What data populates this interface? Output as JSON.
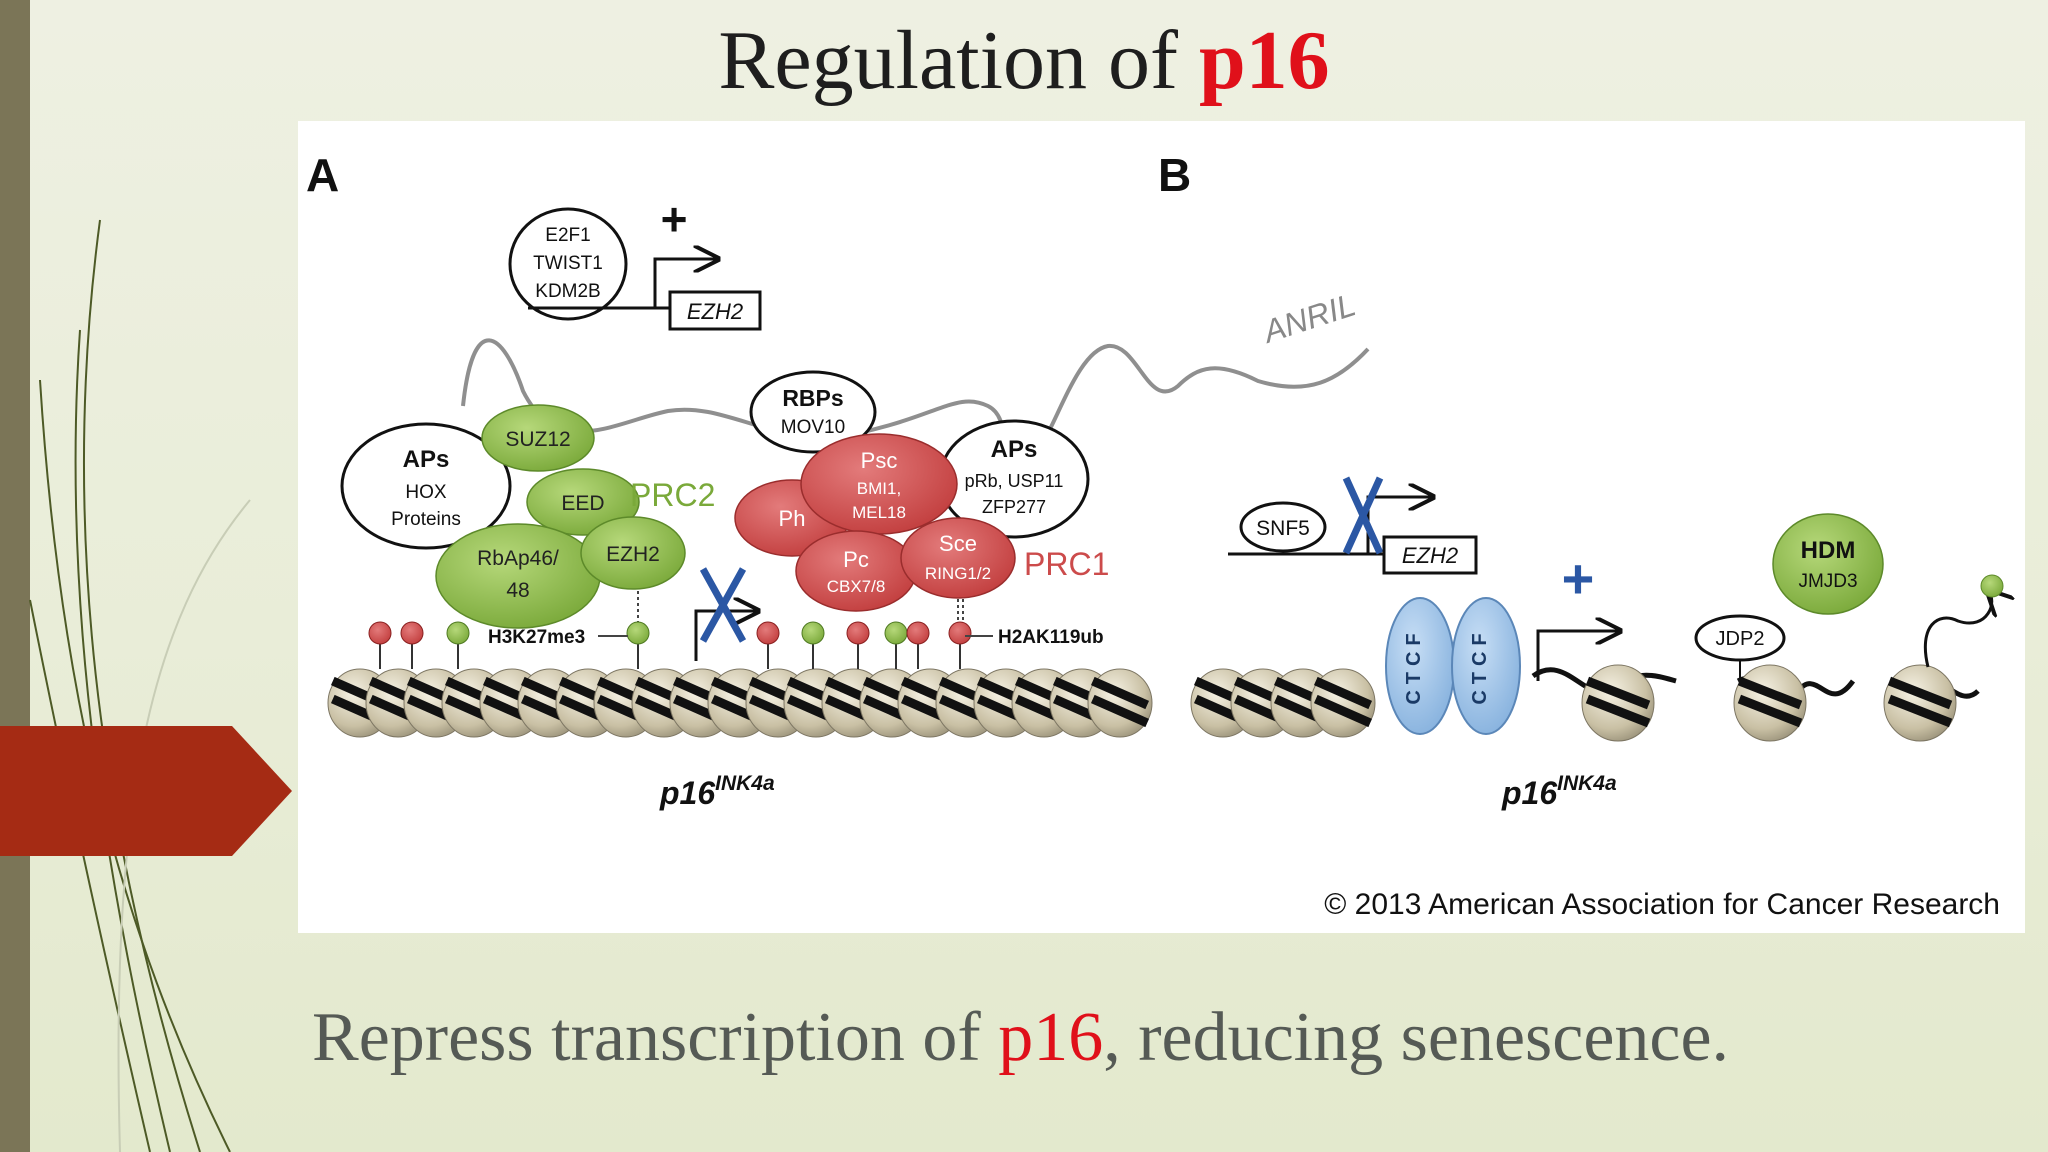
{
  "title": {
    "text": "Regulation of ",
    "highlight": "p16"
  },
  "caption": {
    "before": "Repress transcription of ",
    "highlight": "p16",
    "after": ", reducing senescence."
  },
  "figure": {
    "panel_a": {
      "letter": "A",
      "tf_circle": [
        "E2F1",
        "TWIST1",
        "KDM2B"
      ],
      "plus": "+",
      "ezh2_gene": "EZH2",
      "anril": "ANRIL",
      "aps_left": {
        "title": "APs",
        "lines": [
          "HOX",
          "Proteins"
        ]
      },
      "prc2": {
        "label": "PRC2",
        "suz12": "SUZ12",
        "eed": "EED",
        "ezh2": "EZH2",
        "rbap": [
          "RbAp46/",
          "48"
        ]
      },
      "rbps": {
        "title": "RBPs",
        "sub": "MOV10"
      },
      "aps_right": {
        "title": "APs",
        "lines": [
          "pRb, USP11",
          "ZFP277"
        ]
      },
      "prc1": {
        "label": "PRC1",
        "psc": "Psc",
        "psc_sub": [
          "BMI1,",
          "MEL18"
        ],
        "ph": "Ph",
        "pc": "Pc",
        "pc_sub": "CBX7/8",
        "sce": "Sce",
        "sce_sub": "RING1/2"
      },
      "h3k27me3": "H3K27me3",
      "h2ak119ub": "H2AK119ub",
      "gene_base": "p16",
      "gene_sup": "INK4a"
    },
    "panel_b": {
      "letter": "B",
      "snf5": "SNF5",
      "ezh2_gene": "EZH2",
      "plus": "+",
      "ctcf": "CTCF",
      "jdp2": "JDP2",
      "hdm": {
        "title": "HDM",
        "sub": "JMJD3"
      },
      "gene_base": "p16",
      "gene_sup": "INK4a"
    },
    "copyright": "© 2013 American Association for Cancer Research"
  },
  "colors": {
    "accent_red": "#e0101a",
    "prc2_green": "#8db84a",
    "prc1_red": "#cc4b4b",
    "ctcf_blue": "#9ec5ea",
    "tab_red": "#a52b14",
    "bar_olive": "#7b7557"
  }
}
